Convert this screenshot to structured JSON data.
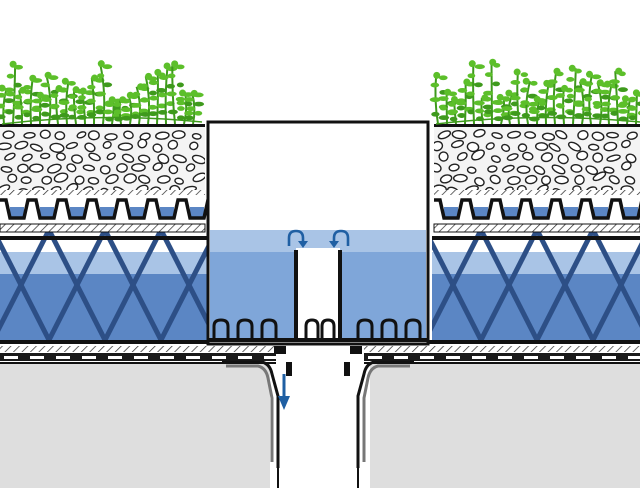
{
  "diagram": {
    "kind": "green-roof-drainage-cross-section",
    "layers_top_to_bottom": [
      "vegetation",
      "substrate",
      "filter-fleece",
      "drainage-board",
      "protection-mat",
      "water-retention-layer",
      "root-barrier",
      "waterproofing",
      "concrete-deck"
    ],
    "components": [
      "inspection-chamber",
      "overflow-pipes",
      "roof-outlet"
    ],
    "colors": {
      "plant_green": "#5cbf2a",
      "plant_dark": "#3e9a1c",
      "water_light": "#a9c4e6",
      "water_mid": "#7fa6d9",
      "water_deep": "#5b86c4",
      "lattice": "#2d4f86",
      "concrete": "#dedede",
      "outline": "#111111",
      "flow_arrow": "#1f5fa3"
    }
  }
}
